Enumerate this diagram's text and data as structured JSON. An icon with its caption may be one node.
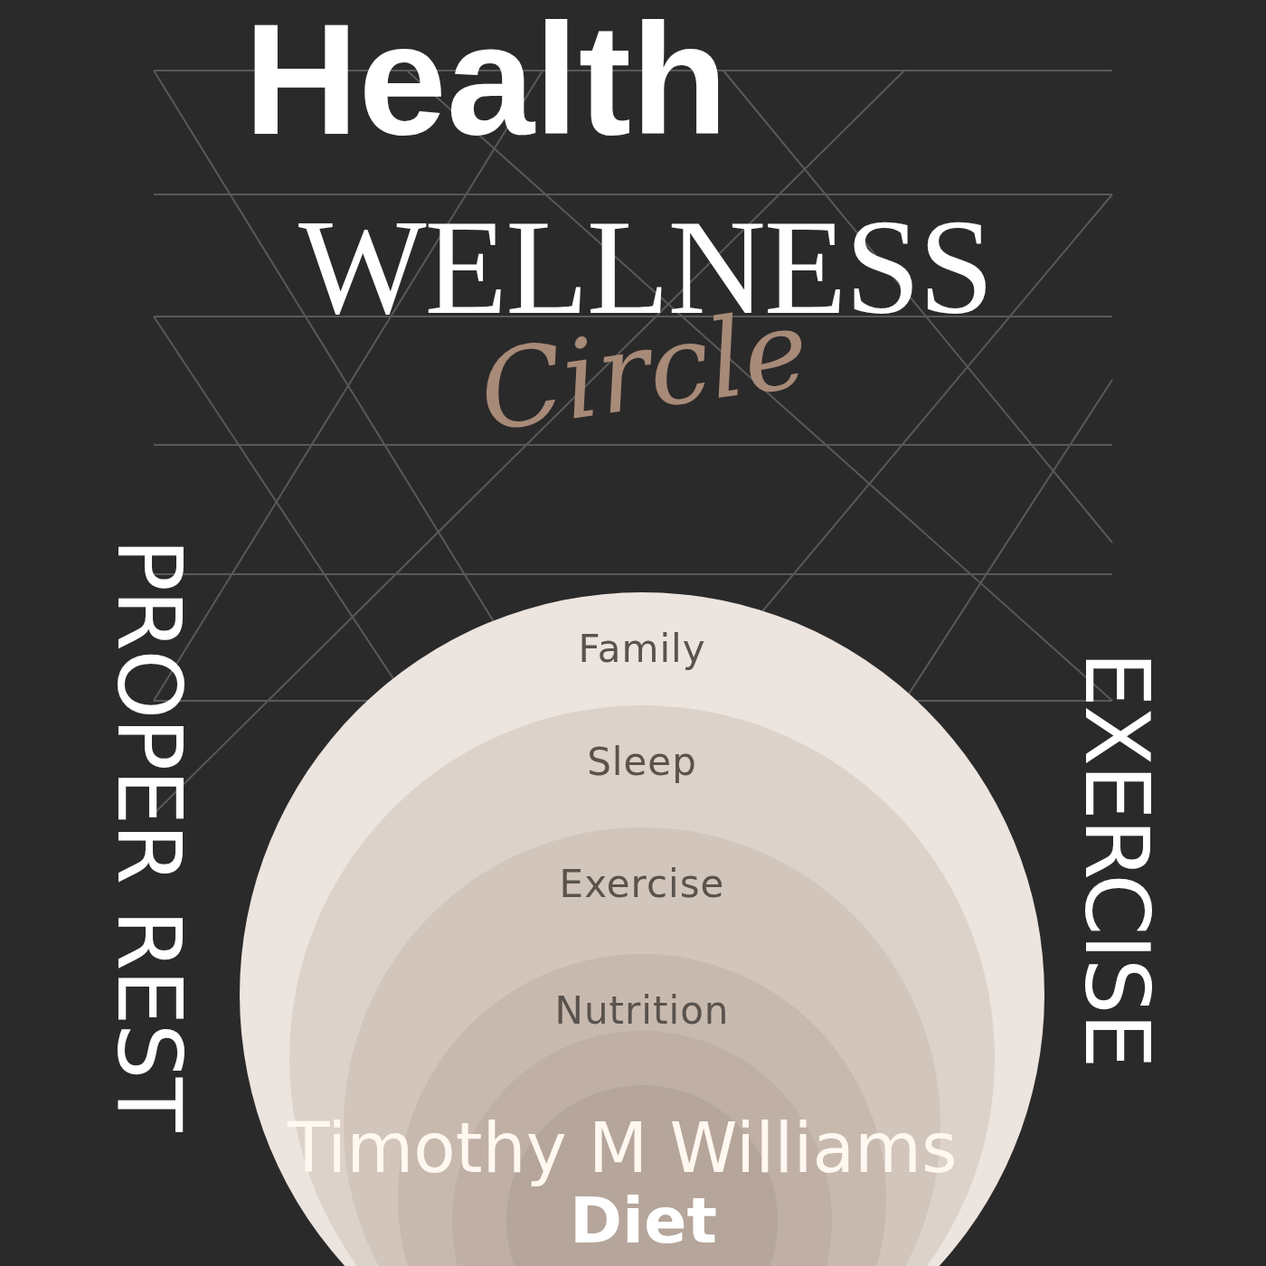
{
  "diagram": {
    "nodes": [
      {
        "text": [
          "Family"
        ]
      },
      {
        "text": [
          "Sleep"
        ],
        "in": 0
      },
      {
        "text": [
          "Exercise"
        ],
        "in": 1
      },
      {
        "text": [
          "Nutrition"
        ],
        "in": 2
      },
      {
        "text": [],
        "shape": "circle",
        "in": 3
      },
      {
        "text": [],
        "shape": "circle",
        "in": 4
      }
    ],
    "edges": [],
    "labels": [
      "Health",
      "WELLNESS",
      "Circle",
      "PROPER REST",
      "EXERCISE",
      "Timothy M Williams",
      "Diet"
    ]
  }
}
